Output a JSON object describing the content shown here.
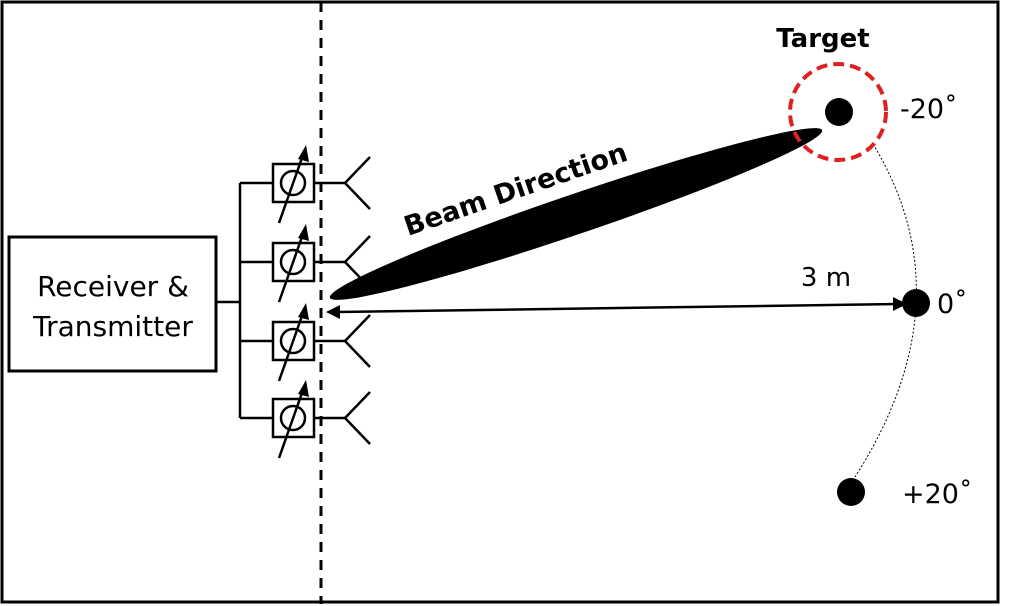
{
  "diagram": {
    "transceiver_label_line1": "Receiver &",
    "transceiver_label_line2": "Transmitter",
    "beam_label": "Beam Direction",
    "target_label": "Target",
    "distance_label": "3 m",
    "angles": {
      "top": "-20˚",
      "middle": "0˚",
      "bottom": "+20˚"
    },
    "phase_shifter_count": 4,
    "colors": {
      "target_ring": "#e02020",
      "ink": "#000000"
    }
  }
}
